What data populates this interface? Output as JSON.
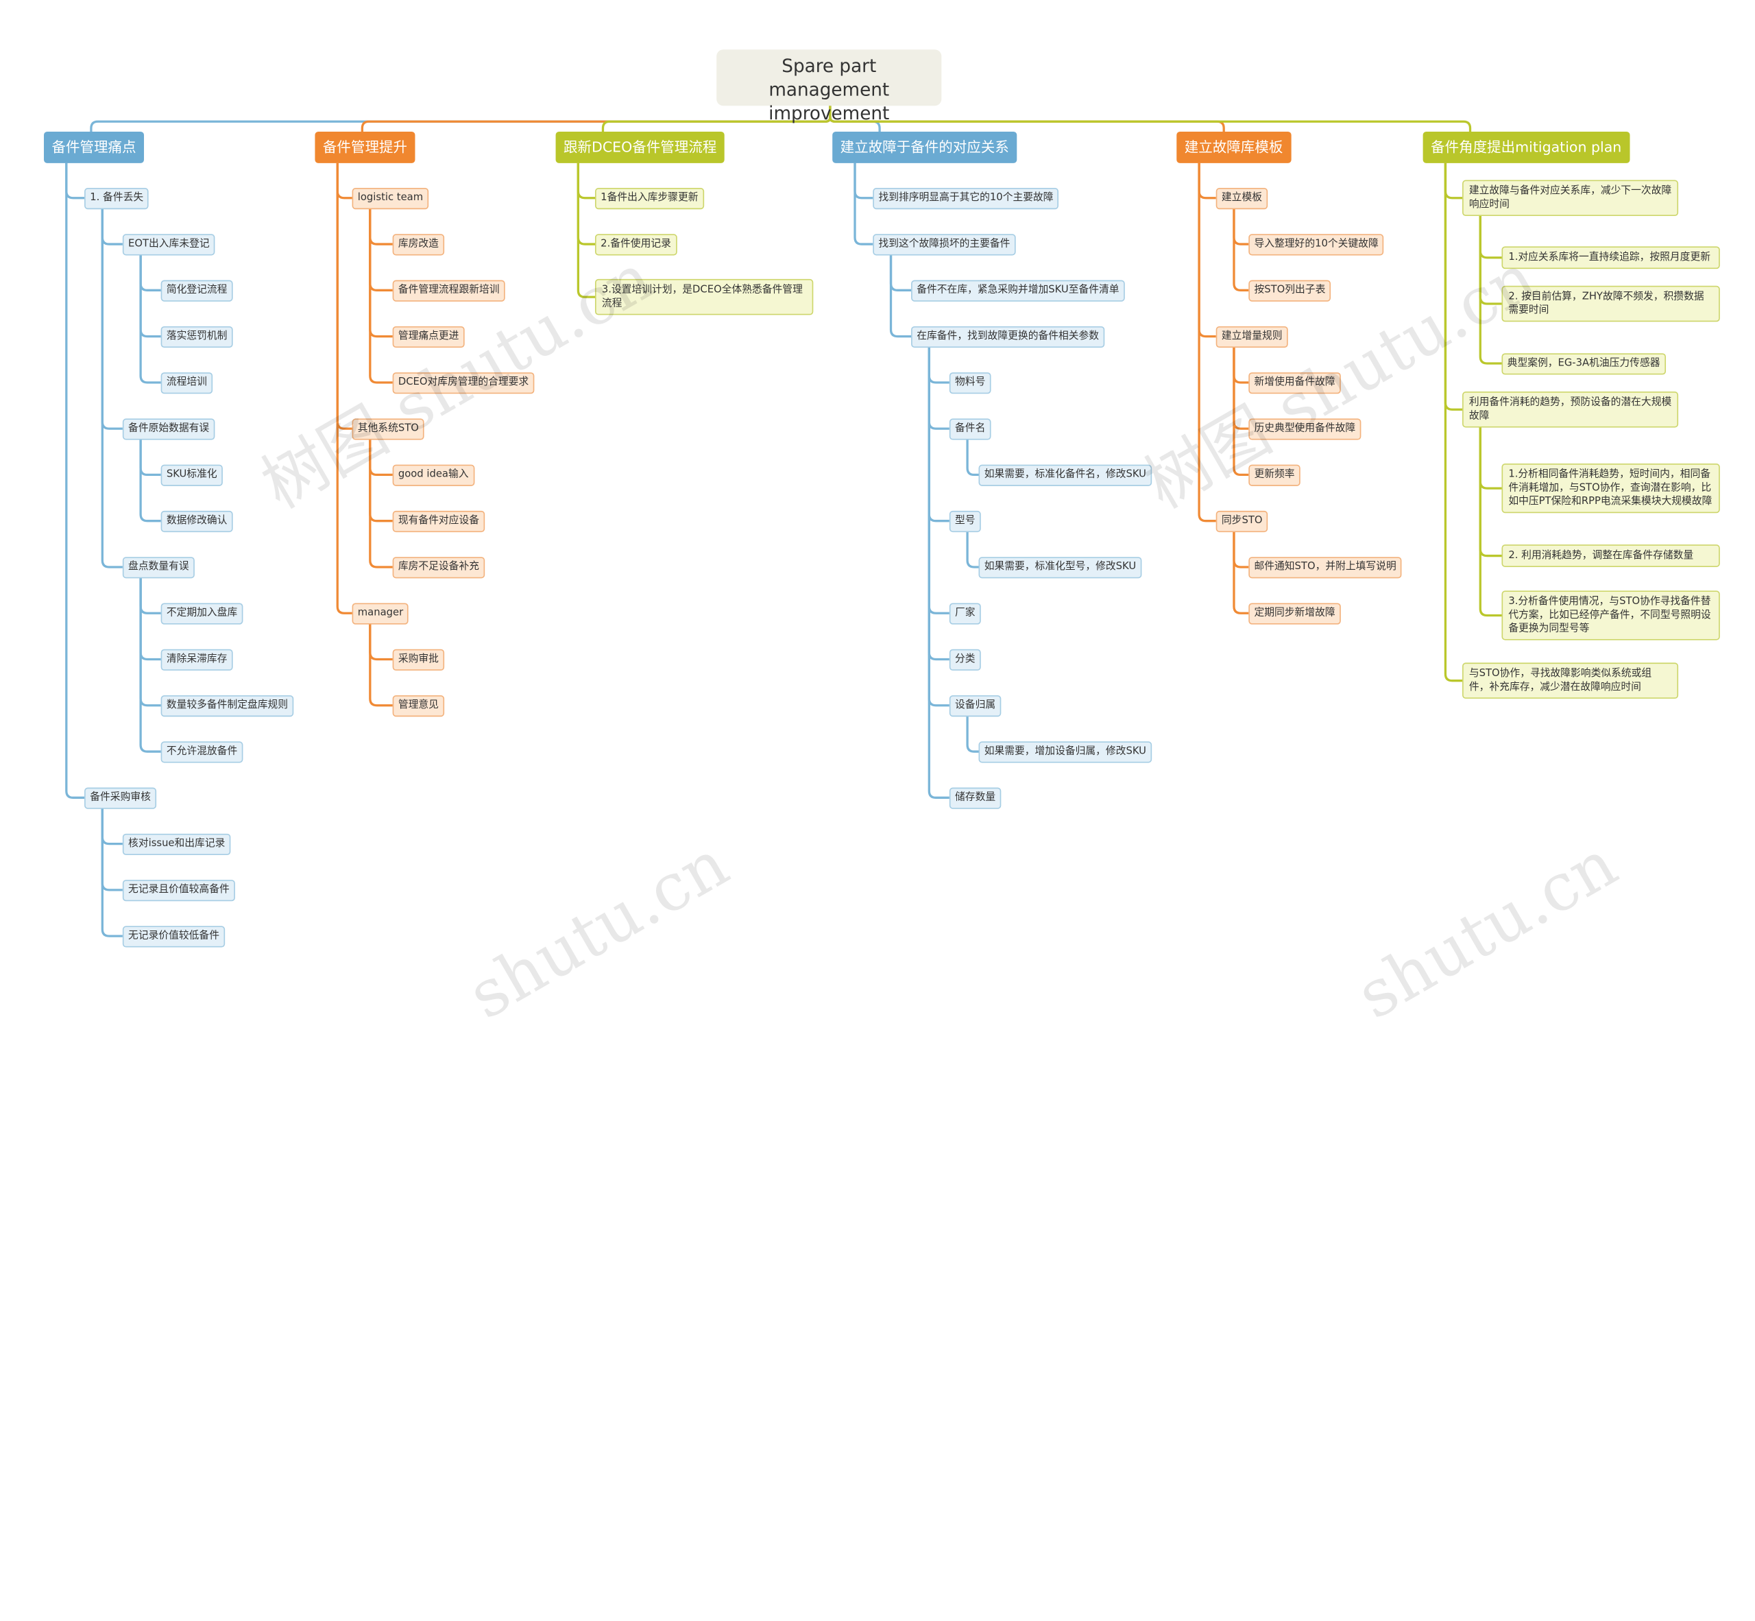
{
  "root": "Spare part management improvement",
  "branches": [
    {
      "label": "备件管理痛点",
      "color": "#6aaad2",
      "children": [
        {
          "label": "1. 备件丢失",
          "children": [
            {
              "label": "EOT出入库未登记",
              "children": [
                {
                  "label": "简化登记流程"
                },
                {
                  "label": "落实惩罚机制"
                },
                {
                  "label": "流程培训"
                }
              ]
            },
            {
              "label": "备件原始数据有误",
              "children": [
                {
                  "label": "SKU标准化"
                },
                {
                  "label": "数据修改确认"
                }
              ]
            },
            {
              "label": "盘点数量有误",
              "children": [
                {
                  "label": "不定期加入盘库"
                },
                {
                  "label": "清除呆滞库存"
                },
                {
                  "label": "数量较多备件制定盘库规则"
                },
                {
                  "label": "不允许混放备件"
                }
              ]
            }
          ]
        },
        {
          "label": "备件采购审核",
          "children": [
            {
              "label": "核对issue和出库记录"
            },
            {
              "label": "无记录且价值较高备件"
            },
            {
              "label": "无记录价值较低备件"
            }
          ]
        }
      ]
    },
    {
      "label": "备件管理提升",
      "color": "#f0872f",
      "children": [
        {
          "label": "logistic team",
          "children": [
            {
              "label": "库房改造"
            },
            {
              "label": "备件管理流程跟新培训"
            },
            {
              "label": "管理痛点更进"
            },
            {
              "label": "DCEO对库房管理的合理要求"
            }
          ]
        },
        {
          "label": "其他系统STO",
          "children": [
            {
              "label": "good idea输入"
            },
            {
              "label": "现有备件对应设备"
            },
            {
              "label": "库房不足设备补充"
            }
          ]
        },
        {
          "label": "manager",
          "children": [
            {
              "label": "采购审批"
            },
            {
              "label": "管理意见"
            }
          ]
        }
      ]
    },
    {
      "label": "跟新DCEO备件管理流程",
      "color": "#b9c62a",
      "children": [
        {
          "label": "1备件出入库步骤更新"
        },
        {
          "label": "2.备件使用记录"
        },
        {
          "label": "3.设置培训计划，是DCEO全体熟悉备件管理流程"
        }
      ]
    },
    {
      "label": "建立故障于备件的对应关系",
      "color": "#6aaad2",
      "children": [
        {
          "label": "找到排序明显高于其它的10个主要故障"
        },
        {
          "label": "找到这个故障损坏的主要备件",
          "children": [
            {
              "label": "备件不在库，紧急采购并增加SKU至备件清单"
            },
            {
              "label": "在库备件，找到故障更换的备件相关参数",
              "children": [
                {
                  "label": "物料号"
                },
                {
                  "label": "备件名",
                  "children": [
                    {
                      "label": "如果需要，标准化备件名，修改SKU"
                    }
                  ]
                },
                {
                  "label": "型号",
                  "children": [
                    {
                      "label": "如果需要，标准化型号，修改SKU"
                    }
                  ]
                },
                {
                  "label": "厂家"
                },
                {
                  "label": "分类"
                },
                {
                  "label": "设备归属",
                  "children": [
                    {
                      "label": "如果需要，增加设备归属，修改SKU"
                    }
                  ]
                },
                {
                  "label": "储存数量"
                }
              ]
            }
          ]
        }
      ]
    },
    {
      "label": "建立故障库模板",
      "color": "#f0872f",
      "children": [
        {
          "label": "建立模板",
          "children": [
            {
              "label": "导入整理好的10个关键故障"
            },
            {
              "label": "按STO列出子表"
            }
          ]
        },
        {
          "label": "建立增量规则",
          "children": [
            {
              "label": "新增使用备件故障"
            },
            {
              "label": "历史典型使用备件故障"
            },
            {
              "label": "更新频率"
            }
          ]
        },
        {
          "label": "同步STO",
          "children": [
            {
              "label": "邮件通知STO，并附上填写说明"
            },
            {
              "label": "定期同步新增故障"
            }
          ]
        }
      ]
    },
    {
      "label": "备件角度提出mitigation plan",
      "color": "#b9c62a",
      "children": [
        {
          "label": "建立故障与备件对应关系库，减少下一次故障响应时间",
          "children": [
            {
              "label": "1.对应关系库将一直持续追踪，按照月度更新"
            },
            {
              "label": "2. 按目前估算，ZHY故障不频发，积攒数据需要时间"
            },
            {
              "label": "典型案例，EG-3A机油压力传感器"
            }
          ]
        },
        {
          "label": "利用备件消耗的趋势，预防设备的潜在大规模故障",
          "children": [
            {
              "label": "1.分析相同备件消耗趋势，短时间内，相同备件消耗增加，与STO协作，查询潜在影响，比如中压PT保险和RPP电流采集模块大规模故障"
            },
            {
              "label": "2. 利用消耗趋势，调整在库备件存储数量"
            },
            {
              "label": "3.分析备件使用情况，与STO协作寻找备件替代方案，比如已经停产备件，不同型号照明设备更换为同型号等"
            }
          ]
        },
        {
          "label": "与STO协作，寻找故障影响类似系统或组件，补充库存，减少潜在故障响应时间"
        }
      ]
    }
  ],
  "watermark": [
    "树图 shutu.cn",
    "树图 shutu.cn",
    "shutu.cn",
    "shutu.cn"
  ],
  "colors": {
    "blue": "#6aaad2",
    "blue_fill": "#e4f0f8",
    "blue_line": "#7ab5d8",
    "orange": "#f0872f",
    "orange_fill": "#fde7d3",
    "orange_line": "#f08a35",
    "olive": "#b9c62a",
    "olive_fill": "#f5f7d2",
    "olive_line": "#bac72c",
    "root_fill": "#f0efe6"
  }
}
